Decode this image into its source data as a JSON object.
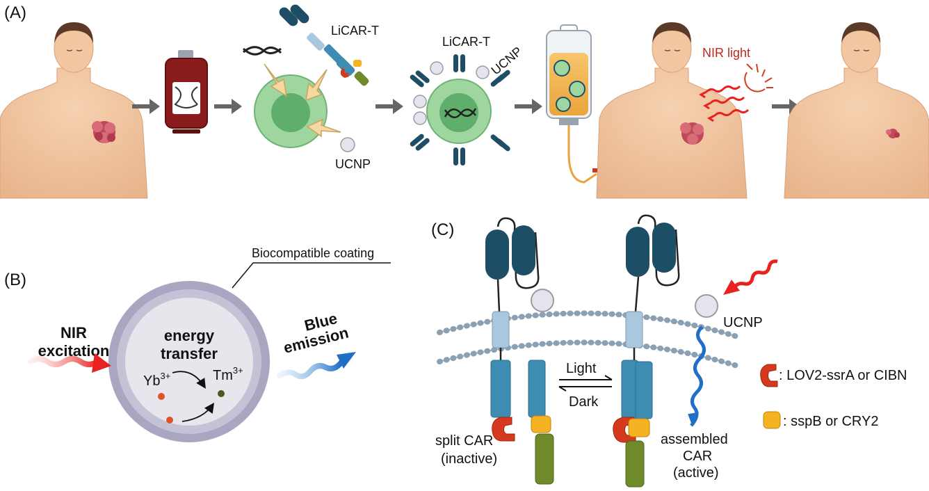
{
  "panel_a": {
    "label": "(A)",
    "licar_t_label_1": "LiCAR-T",
    "licar_t_label_2": "LiCAR-T",
    "ucnp_label_1": "UCNP",
    "ucnp_label_2": "UCNP",
    "nir_light_label": "NIR light"
  },
  "panel_b": {
    "label": "(B)",
    "coating_label": "Biocompatible coating",
    "nir_line1": "NIR",
    "nir_line2": "excitation",
    "energy_line1": "energy",
    "energy_line2": "transfer",
    "yb_base": "Yb",
    "yb_sup": "3+",
    "tm_base": "Tm",
    "tm_sup": "3+",
    "blue_line1": "Blue",
    "blue_line2": "emission"
  },
  "panel_c": {
    "label": "(C)",
    "ucnp_label": "UCNP",
    "light_label": "Light",
    "dark_label": "Dark",
    "split_line1": "split CAR",
    "split_line2": "(inactive)",
    "assembled_line1": "assembled",
    "assembled_line2": "CAR",
    "assembled_line3": "(active)",
    "legend_red": ": LOV2-ssrA or CIBN",
    "legend_yellow": ": sspB or CRY2"
  },
  "colors": {
    "skin": "#f2c6a0",
    "tumor": "#c04a5a",
    "cell_green": "#9fd6a0",
    "car_navy": "#1e4e66",
    "car_blue": "#3f8cb3",
    "red_domain": "#d63a1e",
    "yellow_domain": "#f5b324",
    "olive": "#6f8a2a",
    "nir_red": "#e8231f",
    "blue_emission": "#1f6fc6"
  }
}
